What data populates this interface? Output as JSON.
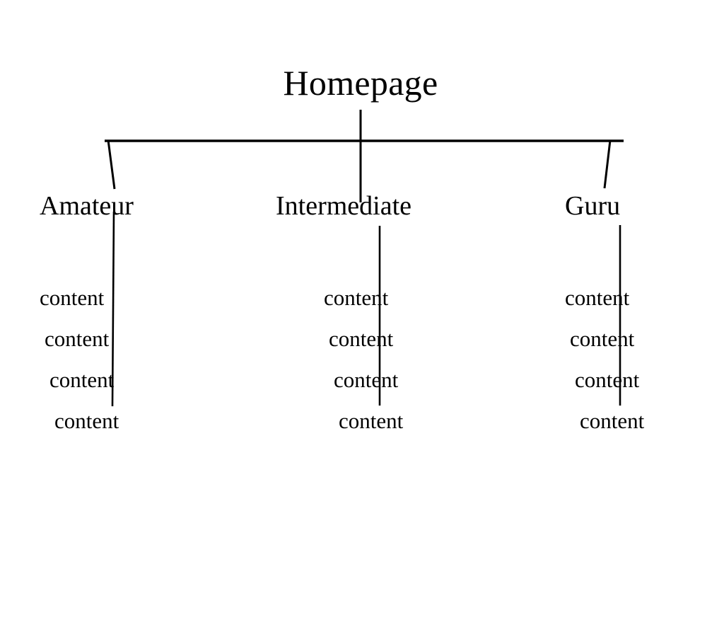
{
  "diagram": {
    "type": "site-map-tree",
    "background_color": "#ffffff",
    "line_color": "#000000",
    "text_color": "#000000",
    "root": {
      "label": "Homepage"
    },
    "branches": [
      {
        "label": "Amateur",
        "items": [
          "content",
          "content",
          "content",
          "content"
        ]
      },
      {
        "label": "Intermediate",
        "items": [
          "content",
          "content",
          "content",
          "content"
        ]
      },
      {
        "label": "Guru",
        "items": [
          "content",
          "content",
          "content",
          "content"
        ]
      }
    ]
  }
}
